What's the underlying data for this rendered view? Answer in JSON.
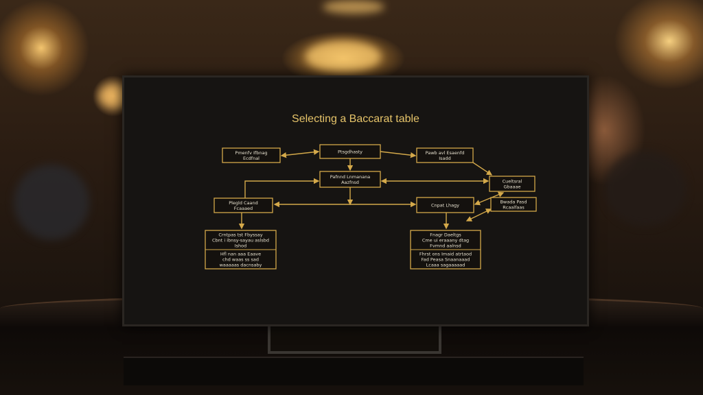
{
  "title": "Selecting a Baccarat table",
  "accent": "#d4a94a",
  "nodes": [
    {
      "id": "b1",
      "lines": [
        "Pmenfv Ifbnag",
        "Ecdfnal"
      ]
    },
    {
      "id": "b2",
      "lines": [
        "Ptsgdhasty"
      ]
    },
    {
      "id": "b3",
      "lines": [
        "Pawb avl Esaenfd",
        "Isadd"
      ]
    },
    {
      "id": "b4",
      "lines": [
        "Pafnnd Lnmanana",
        "Aazfnsd"
      ]
    },
    {
      "id": "b5",
      "lines": [
        "Cueltsral",
        "Gbaaae"
      ]
    },
    {
      "id": "b6",
      "lines": [
        "Plegld Caand",
        "Fcaaaed"
      ]
    },
    {
      "id": "b7",
      "lines": [
        "Cnpat Lhagy"
      ]
    },
    {
      "id": "b8",
      "lines": [
        "Bwada Pasd",
        "Rcaalfaas"
      ]
    },
    {
      "id": "b9",
      "lines": [
        "Crntpas tst Fbyssay",
        "Cbnt i ibnsy-sayau aslsbd",
        "Ishod"
      ],
      "sub": [
        "Hfl nan aaa Eaave",
        "chd waas ss sad",
        "waaaaas dacnsaby"
      ]
    },
    {
      "id": "b10",
      "lines": [
        "Fnagr Daeltgs",
        "Cme ui eraaany dtag",
        "Fvmnd aalnsd"
      ],
      "sub": [
        "Fhrst ons Imaid atrtaod",
        "Fad Peasa Snaanaaad",
        "Lcaaa sagaaaaad"
      ]
    }
  ]
}
